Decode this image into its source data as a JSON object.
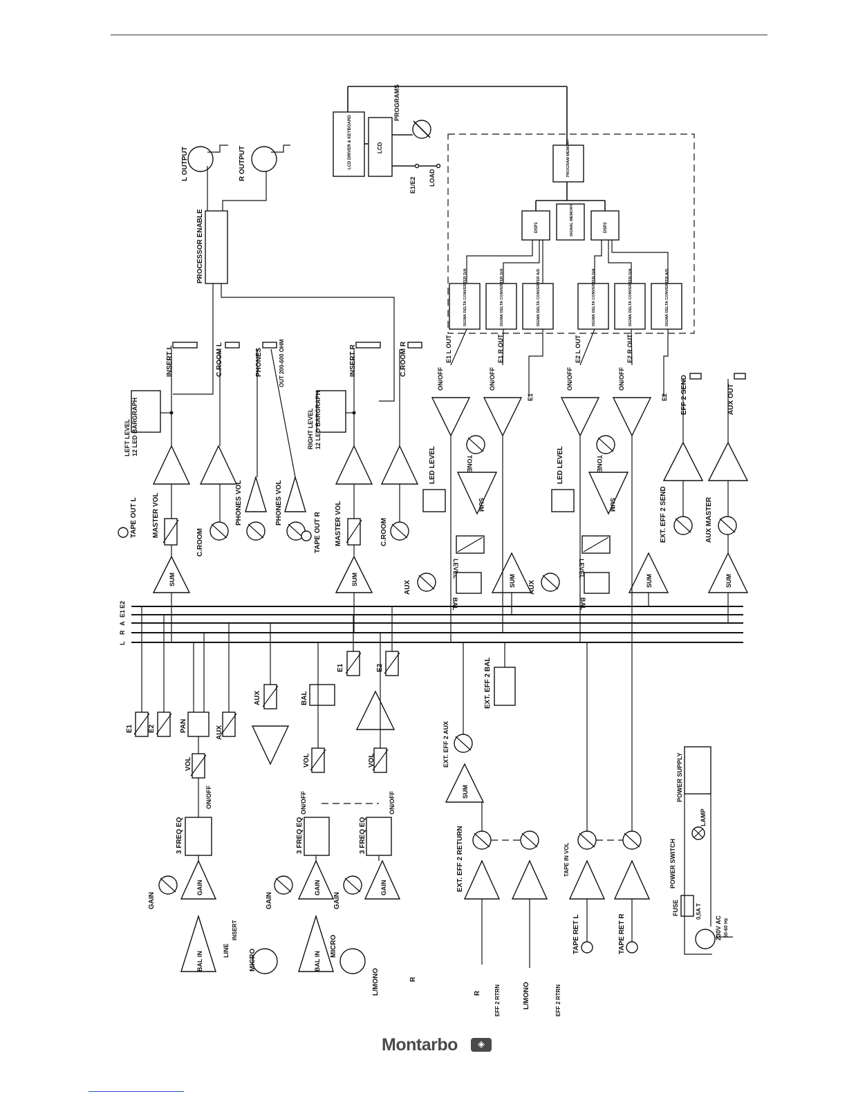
{
  "footer": {
    "brand": "Montarbo",
    "brand_mark_icon": "montarbo-logo-icon"
  },
  "bus_labels": [
    "L",
    "R",
    "A",
    "E1",
    "E2"
  ],
  "labels": {
    "l_output": "L OUTPUT",
    "r_output": "R OUTPUT",
    "processor_enable": "PROCESSOR ENABLE",
    "lcd_driver": "LCD DRIVER & KEYBOARD",
    "lcd": "LCD",
    "programs": "PROGRAMS",
    "e1e2": "E1/E2",
    "load": "LOAD",
    "program_memory": "PROGRAM MEMORY",
    "dsp1": "DSP1",
    "signal_memory": "SIGNAL MEMORY",
    "dsp2": "DSP2",
    "sd_da_1": "SIGMA DELTA CONVERTER D/A",
    "sd_da_2": "SIGMA DELTA CONVERTER D/A",
    "sd_ad_1": "SIGMA DELTA CONVERTER A/D",
    "sd_da_3": "SIGMA DELTA CONVERTER D/A",
    "sd_da_4": "SIGMA DELTA CONVERTER D/A",
    "sd_ad_2": "SIGMA DELTA CONVERTER A/D",
    "insert_l": "INSERT L",
    "croom_l": "C.ROOM L",
    "phones": "PHONES",
    "phones_out": "OUT 200-600 OHM",
    "insert_r": "INSERT R",
    "croom_r": "C.ROOM R",
    "left_level": "LEFT LEVEL",
    "left_bargraph": "12 LED BARGRAPH",
    "right_level": "RIGHT LEVEL",
    "right_bargraph": "12 LED BARGRAPH",
    "e1_l_out": "E1 L OUT",
    "e1_r_out": "E1 R OUT",
    "e2_l_out": "E2 L OUT",
    "e2_r_out": "E2 R OUT",
    "on_off": "ON/OFF",
    "eff2_send": "EFF 2 SEND",
    "aux_out": "AUX OUT",
    "e1": "E1",
    "e2": "E2",
    "tone": "TONE",
    "led_level": "LED LEVEL",
    "sum": "SUM",
    "tape_out_l": "TAPE OUT L",
    "master_vol": "MASTER VOL",
    "croom": "C.ROOM",
    "phones_vol": "PHONES VOL",
    "tape_out_r": "TAPE OUT R",
    "aux": "AUX",
    "level": "LEVEL",
    "bal": "BAL",
    "ext_eff2_send": "EXT. EFF 2 SEND",
    "aux_master": "AUX MASTER",
    "pan": "PAN",
    "vol": "VOL",
    "ext_eff2_bal": "EXT. EFF 2 BAL",
    "ext_eff2_aux": "EXT. EFF 2 AUX",
    "freq_eq": "3 FREQ EQ",
    "gain": "GAIN",
    "bal_in": "BAL IN",
    "micro": "MICRO",
    "line": "LINE",
    "insert": "INSERT",
    "l_mono": "L/MONO",
    "r": "R",
    "ext_eff2_return": "EXT. EFF 2 RETURN",
    "tape_in_vol": "TAPE IN VOL",
    "eff2_rtrn": "EFF 2 RTRN",
    "tape_ret_l": "TAPE RET L",
    "tape_ret_r": "TAPE RET R",
    "power_supply": "POWER SUPPLY",
    "lamp": "LAMP",
    "power_switch": "POWER SWITCH",
    "fuse": "FUSE",
    "fuse_rating": "0,5A T",
    "mains": "230V AC",
    "mains_freq": "50-60 Hz"
  }
}
